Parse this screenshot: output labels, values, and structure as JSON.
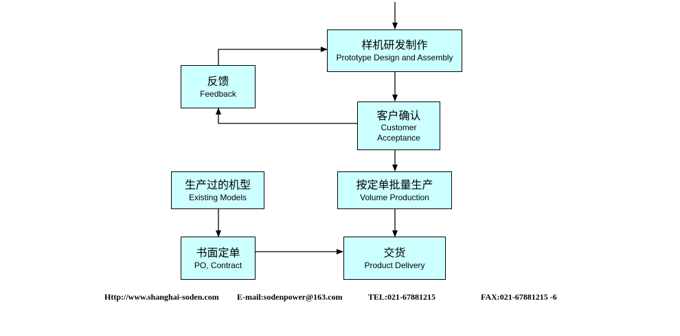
{
  "nodes": {
    "prototype": {
      "zh": "样机研发制作",
      "en": "Prototype Design and Assembly"
    },
    "feedback": {
      "zh": "反馈",
      "en": "Feedback"
    },
    "acceptance": {
      "zh": "客户确认",
      "en": "Customer Acceptance"
    },
    "existing": {
      "zh": "生产过的机型",
      "en": "Existing Models"
    },
    "volume": {
      "zh": "按定单批量生产",
      "en": "Volume Production"
    },
    "contract": {
      "zh": "书面定单",
      "en": "PO, Contract"
    },
    "delivery": {
      "zh": "交货",
      "en": "Product Delivery"
    }
  },
  "footer": {
    "website": "Http://www.shanghai-soden.com",
    "email": "E-mail:sodenpower@163.com",
    "tel": "TEL:021-67881215",
    "fax": "FAX:021-67881215 -6"
  },
  "colors": {
    "box_fill": "#ccffff",
    "line": "#000000"
  }
}
